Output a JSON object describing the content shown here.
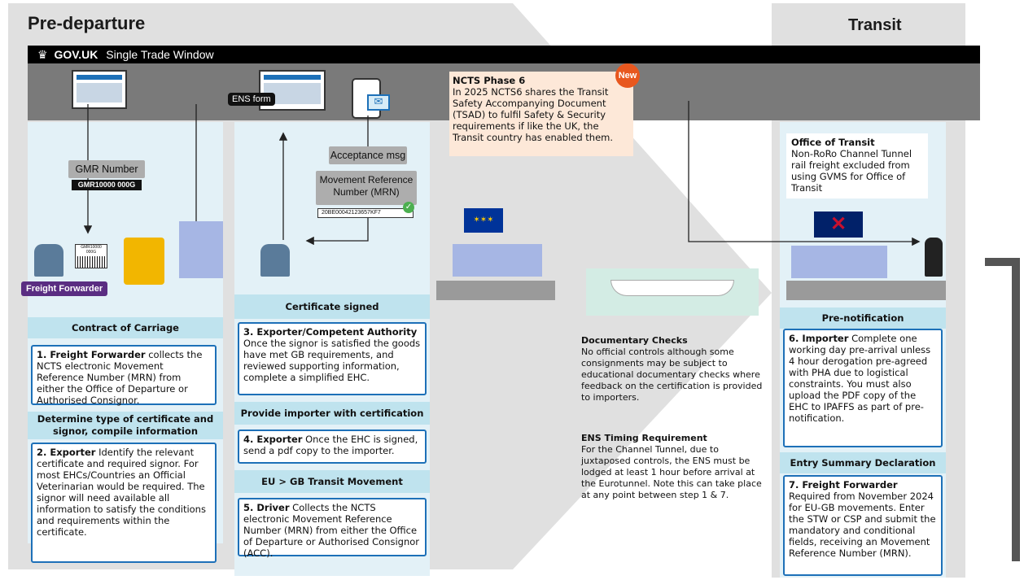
{
  "headers": {
    "predeparture": "Pre-departure",
    "transit": "Transit"
  },
  "stw_bar": {
    "brand": "GOV.UK",
    "title": "Single Trade Window"
  },
  "labels": {
    "ens_form": "ENS form",
    "gmr_number": "GMR Number",
    "gmr_code": "GMR10000 000G",
    "acceptance_msg": "Acceptance msg",
    "mrn_label": "Movement Reference Number (MRN)",
    "mrn_code": "20BE00042123657KF7",
    "freight_forwarder_badge": "Freight Forwarder",
    "new_badge": "New",
    "barcode_text": "GMR10000 000G"
  },
  "ncts": {
    "title": "NCTS Phase 6",
    "body": "In 2025 NCTS6 shares the Transit Safety Accompanying Document (TSAD) to fulfil Safety & Security requirements if like the UK, the Transit country has enabled them."
  },
  "office_of_transit": {
    "title": "Office of Transit",
    "body": "Non-RoRo Channel Tunnel rail freight excluded from using GVMS for Office of Transit"
  },
  "bands": {
    "contract": "Contract of Carriage",
    "determine": "Determine type of certificate and signor, compile information",
    "cert_signed": "Certificate signed",
    "provide": "Provide importer with certification",
    "eu_gb": "EU > GB Transit Movement",
    "prenotification": "Pre-notification",
    "ens": "Entry Summary Declaration (ENS)"
  },
  "steps": {
    "s1": {
      "actor": "1. Freight Forwarder",
      "text": " collects the NCTS electronic Movement Reference Number (MRN) from either the Office of Departure or Authorised Consignor."
    },
    "s2": {
      "actor": "2. Exporter",
      "text": " Identify the relevant certificate and required signor. For most EHCs/Countries an Official Veterinarian would be required. The signor will need available all information to satisfy the conditions and requirements within the certificate."
    },
    "s3": {
      "actor": "3. Exporter/Competent Authority",
      "text": " Once the signor is satisfied the goods have met GB requirements, and reviewed supporting information, complete a simplified EHC."
    },
    "s4": {
      "actor": "4. Exporter",
      "text": " Once the EHC is signed, send a pdf copy to the importer."
    },
    "s5": {
      "actor": "5. Driver",
      "text": " Collects the NCTS electronic Movement Reference Number (MRN) from either the Office of Departure or Authorised Consignor (ACC)."
    },
    "s6": {
      "actor": "6. Importer",
      "text": " Complete one working day pre-arrival unless 4 hour derogation pre-agreed with PHA due to logistical constraints. You must also upload the PDF copy of the EHC to IPAFFS as part of pre-notification."
    },
    "s7": {
      "actor": "7. Freight Forwarder",
      "text": " Required from November 2024 for EU-GB movements. Enter the STW or CSP and submit the mandatory and conditional fields, receiving an Movement Reference Number (MRN)."
    }
  },
  "doc_checks": {
    "title": "Documentary Checks",
    "body": "No official controls although some consignments may be subject to educational documentary checks where feedback on the certification is provided to importers."
  },
  "ens_timing": {
    "title": "ENS Timing Requirement",
    "body": "For the Channel Tunnel, due to juxtaposed controls, the ENS must be lodged at least 1 hour before arrival at the Eurotunnel. Note this can take place at any point between step 1 & 7."
  },
  "colors": {
    "band": "#bfe3ee",
    "panel": "#e3f1f7",
    "border": "#1d70b8",
    "purple": "#5a2d82",
    "orange": "#e8571e",
    "grey": "#e0e0e0"
  }
}
